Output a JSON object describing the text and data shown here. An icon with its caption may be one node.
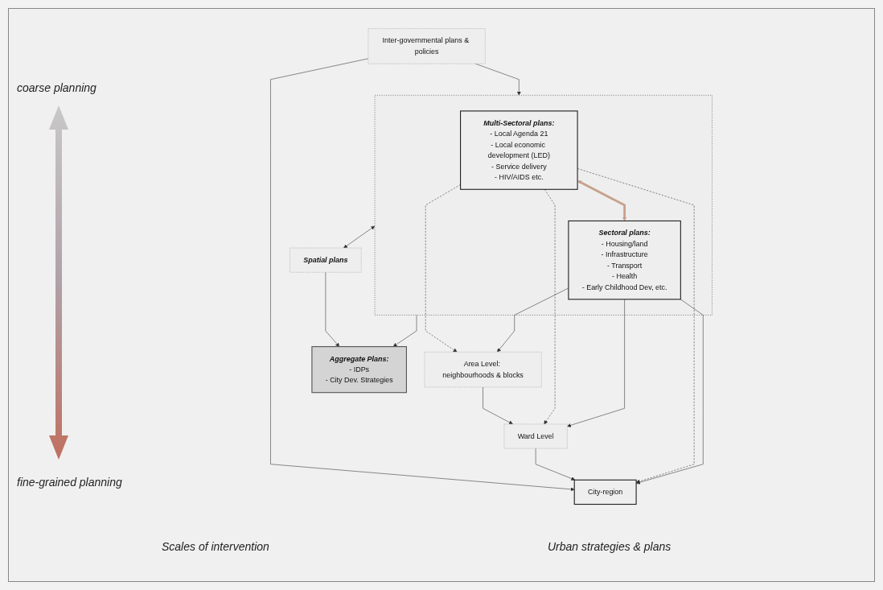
{
  "diagram": {
    "nodes": [
      {
        "text": [
          "Inter-governmental plans & policies"
        ]
      },
      {
        "text": [
          "City-region"
        ]
      },
      {
        "text": [
          "Ward Level"
        ]
      },
      {
        "text": [
          "Area Level: neighbourhoods & blocks"
        ]
      },
      {
        "text": [],
        "shape": "box"
      },
      {
        "text": [
          "Multi-Sectoral plans:",
          "- Local Agenda 21",
          "- Local economic development (LED)",
          "- Service delivery",
          "- HIV/AIDS etc."
        ],
        "in": 4
      },
      {
        "text": [
          "Sectoral plans:",
          "- Housing/land",
          "- Infrastructure",
          "- Transport",
          "- Health",
          "- Early Childhood Dev, etc."
        ],
        "in": 4
      },
      {
        "text": [
          "Aggregate Plans:",
          "- IDPs",
          "- City Dev. Strategies"
        ]
      },
      {
        "text": [
          "Spatial plans"
        ]
      }
    ],
    "edges": [
      {
        "from": 0,
        "to": 1,
        "arrow": "to"
      },
      {
        "from": 0,
        "to": 4,
        "arrow": "to"
      },
      {
        "from": 2,
        "to": 1,
        "arrow": "to"
      },
      {
        "from": 3,
        "to": 2,
        "arrow": "to"
      },
      {
        "from": 5,
        "to": 1,
        "arrow": "to",
        "style": "dashed"
      },
      {
        "from": 5,
        "to": 2,
        "arrow": "to",
        "style": "dashed"
      },
      {
        "from": 5,
        "to": 3,
        "arrow": "to",
        "style": "dashed"
      },
      {
        "from": 6,
        "to": 1,
        "arrow": "to"
      },
      {
        "from": 6,
        "to": 2,
        "arrow": "to"
      },
      {
        "from": 6,
        "to": 3,
        "arrow": "to"
      },
      {
        "from": 5,
        "to": 6,
        "arrow": "both",
        "style": "thick",
        "color": "#c8a08c"
      },
      {
        "from": 4,
        "to": 7,
        "arrow": "to"
      },
      {
        "from": 8,
        "to": 7,
        "arrow": "to"
      },
      {
        "from": 4,
        "to": 8,
        "arrow": "both"
      }
    ],
    "labels": [
      "coarse planning",
      "fine-grained planning",
      "Scales of intervention",
      "Urban strategies & plans"
    ]
  }
}
